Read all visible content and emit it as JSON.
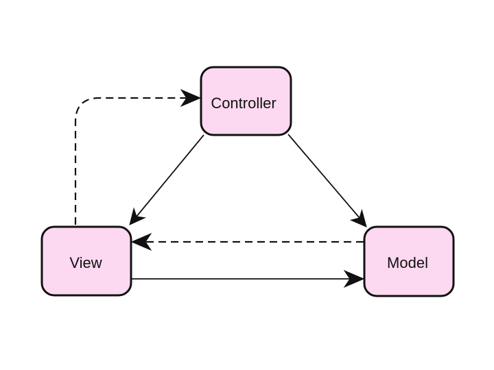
{
  "diagram": {
    "colors": {
      "node_fill": "#fcd9f0",
      "node_stroke": "#111111",
      "edge": "#111111"
    },
    "nodes": {
      "controller": {
        "label": "Controller"
      },
      "view": {
        "label": "View"
      },
      "model": {
        "label": "Model"
      }
    },
    "edges": [
      {
        "from": "Controller",
        "to": "View",
        "style": "solid"
      },
      {
        "from": "Controller",
        "to": "Model",
        "style": "solid"
      },
      {
        "from": "View",
        "to": "Model",
        "style": "solid"
      },
      {
        "from": "Model",
        "to": "View",
        "style": "dashed"
      },
      {
        "from": "View",
        "to": "Controller",
        "style": "dashed"
      }
    ]
  }
}
